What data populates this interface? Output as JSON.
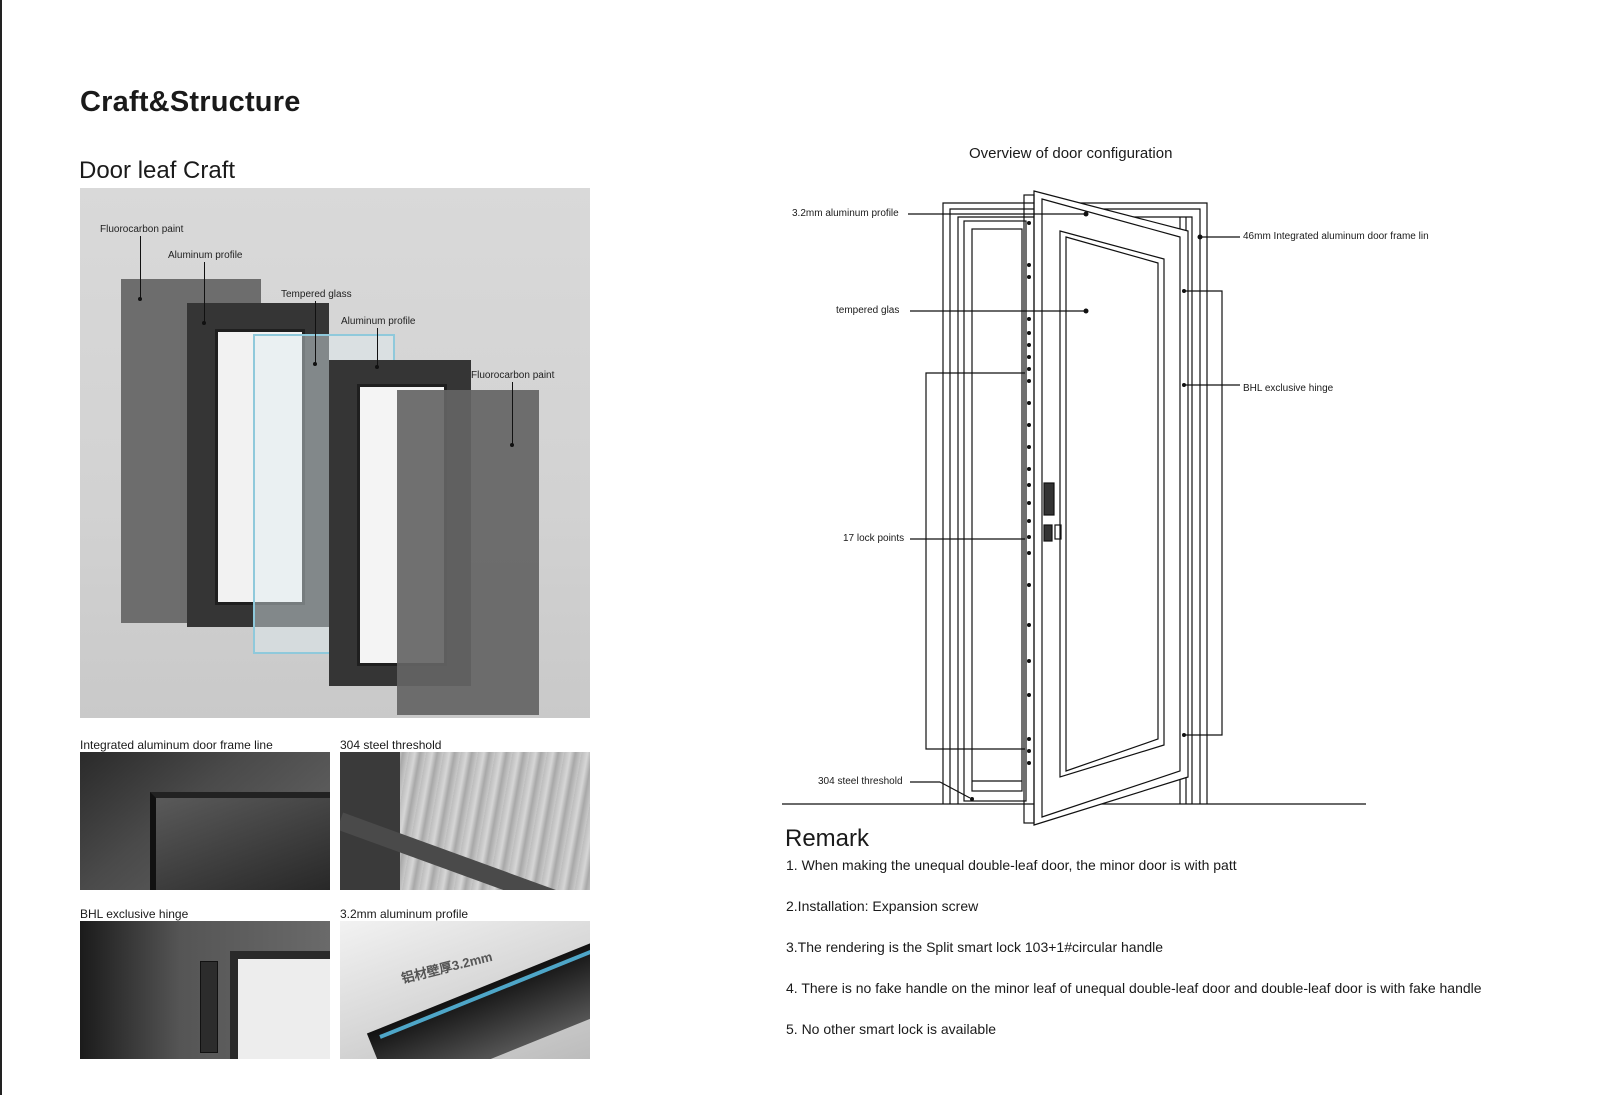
{
  "page": {
    "title": "Craft&Structure",
    "section_title": "Door leaf Craft"
  },
  "hero": {
    "labels": {
      "fluorocarbon_1": "Fluorocarbon paint",
      "aluminum_1": "Aluminum profile",
      "tempered": "Tempered glass",
      "aluminum_2": "Aluminum profile",
      "fluorocarbon_2": "Fluorocarbon paint"
    }
  },
  "thumbnails": [
    {
      "label": "Integrated aluminum door frame line"
    },
    {
      "label": "304 steel threshold"
    },
    {
      "label": "BHL exclusive hinge"
    },
    {
      "label": "3.2mm aluminum profile",
      "overlay_text": "铝材壁厚3.2mm"
    }
  ],
  "diagram": {
    "title": "Overview of door configuration",
    "callouts": {
      "profile": "3.2mm aluminum profile",
      "frame_line": "46mm Integrated aluminum door frame lin",
      "glass": "tempered glas",
      "hinge": "BHL exclusive hinge",
      "lock_points": "17 lock points",
      "threshold": "304 steel threshold"
    }
  },
  "remark": {
    "title": "Remark",
    "items": [
      "1. When making the unequal double-leaf door, the minor door is with patt",
      "2.Installation: Expansion screw",
      "3.The rendering is the Split smart lock 103+1#circular handle",
      "4.  There is no fake handle on the minor leaf of unequal double-leaf door and double-leaf door is with fake handle",
      "5. No other smart lock is available"
    ]
  }
}
